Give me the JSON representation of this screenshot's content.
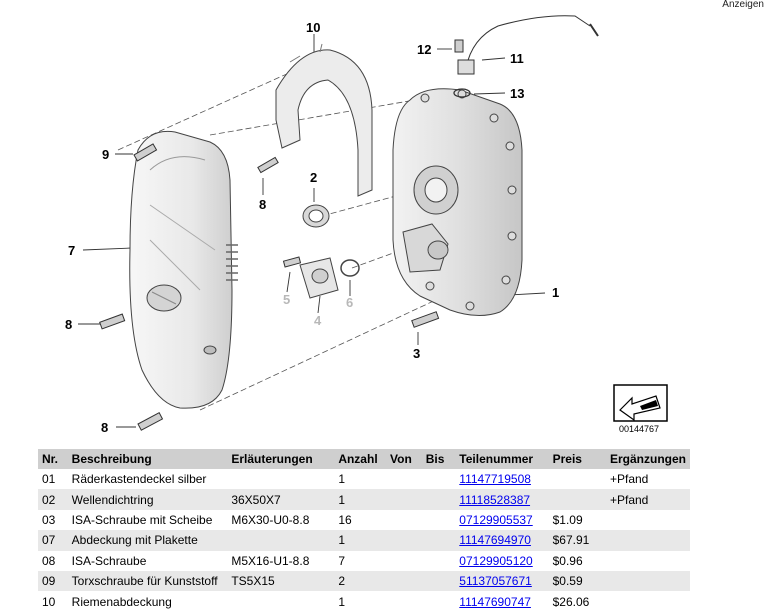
{
  "ads_label": "Anzeigen",
  "diagram": {
    "callouts": [
      "10",
      "12",
      "11",
      "13",
      "9",
      "2",
      "8",
      "7",
      "1",
      "5",
      "4",
      "6",
      "8",
      "3",
      "8"
    ],
    "image_code": "00144767"
  },
  "table": {
    "headers": [
      "Nr.",
      "Beschreibung",
      "Erläuterungen",
      "Anzahl",
      "Von",
      "Bis",
      "Teilenummer",
      "Preis",
      "Ergänzungen"
    ],
    "rows": [
      {
        "nr": "01",
        "desc": "Räderkastendeckel silber",
        "notes": "",
        "qty": "1",
        "from": "",
        "to": "",
        "partno": "11147719508",
        "price": "",
        "extra": "+Pfand"
      },
      {
        "nr": "02",
        "desc": "Wellendichtring",
        "notes": "36X50X7",
        "qty": "1",
        "from": "",
        "to": "",
        "partno": "11118528387",
        "price": "",
        "extra": "+Pfand"
      },
      {
        "nr": "03",
        "desc": "ISA-Schraube mit Scheibe",
        "notes": "M6X30-U0-8.8",
        "qty": "16",
        "from": "",
        "to": "",
        "partno": "07129905537",
        "price": "$1.09",
        "extra": ""
      },
      {
        "nr": "07",
        "desc": "Abdeckung mit Plakette",
        "notes": "",
        "qty": "1",
        "from": "",
        "to": "",
        "partno": "11147694970",
        "price": "$67.91",
        "extra": ""
      },
      {
        "nr": "08",
        "desc": "ISA-Schraube",
        "notes": "M5X16-U1-8.8",
        "qty": "7",
        "from": "",
        "to": "",
        "partno": "07129905120",
        "price": "$0.96",
        "extra": ""
      },
      {
        "nr": "09",
        "desc": "Torxschraube für Kunststoff",
        "notes": "TS5X15",
        "qty": "2",
        "from": "",
        "to": "",
        "partno": "51137057671",
        "price": "$0.59",
        "extra": ""
      },
      {
        "nr": "10",
        "desc": "Riemenabdeckung",
        "notes": "",
        "qty": "1",
        "from": "",
        "to": "",
        "partno": "11147690747",
        "price": "$26.06",
        "extra": ""
      }
    ]
  }
}
